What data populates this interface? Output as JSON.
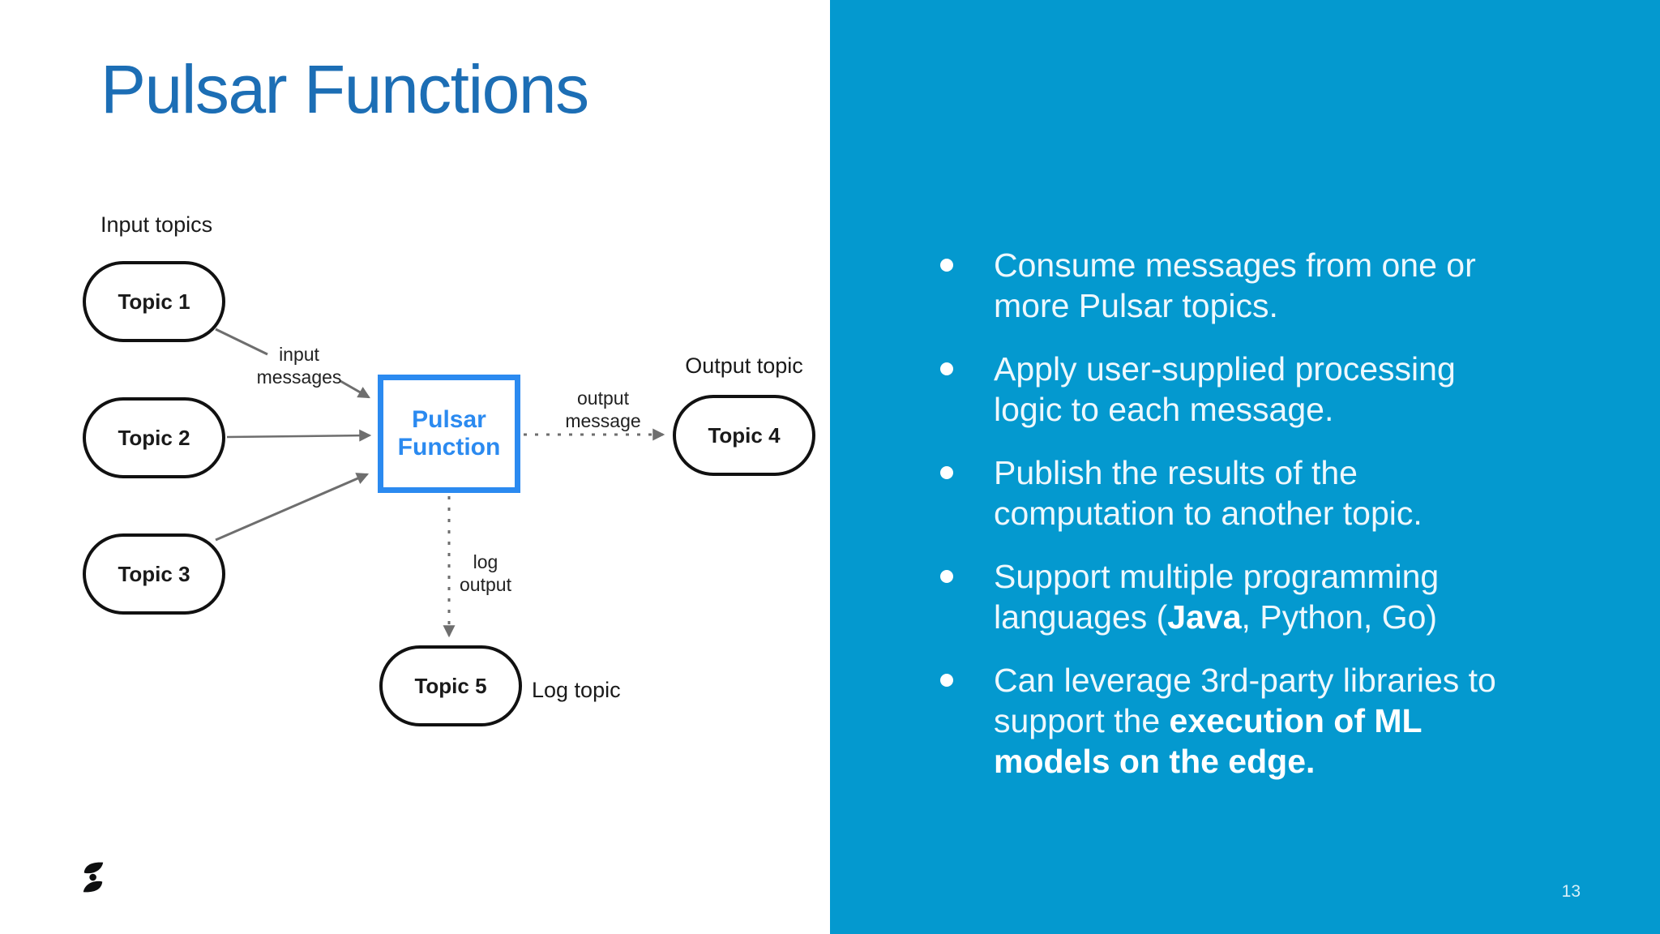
{
  "slide": {
    "title": "Pulsar Functions",
    "page_number": "13"
  },
  "colors": {
    "panel_blue": "#0499cf",
    "title_blue": "#1c6eb5",
    "function_blue": "#2b8af0",
    "arrow_gray": "#6e6e6e",
    "node_border_black": "#111111",
    "bullet_text_white": "#eef8fd"
  },
  "diagram": {
    "group_labels": {
      "input": "Input topics",
      "output": "Output topic",
      "log": "Log topic"
    },
    "nodes": {
      "topic1": "Topic 1",
      "topic2": "Topic 2",
      "topic3": "Topic 3",
      "topic4": "Topic 4",
      "topic5": "Topic 5",
      "function": "Pulsar Function"
    },
    "edge_labels": {
      "input": "input messages",
      "output": "output message",
      "log": "log output"
    }
  },
  "right_panel": {
    "bullets": [
      {
        "segments": [
          {
            "text": "Consume messages from one or\nmore Pulsar topics.",
            "bold": false
          }
        ]
      },
      {
        "segments": [
          {
            "text": "Apply user-supplied processing\nlogic to each message.",
            "bold": false
          }
        ]
      },
      {
        "segments": [
          {
            "text": "Publish the results of the\ncomputation to another topic.",
            "bold": false
          }
        ]
      },
      {
        "segments": [
          {
            "text": "Support multiple programming\nlanguages (",
            "bold": false
          },
          {
            "text": "Java",
            "bold": true
          },
          {
            "text": ", Python, Go)",
            "bold": false
          }
        ]
      },
      {
        "segments": [
          {
            "text": "Can leverage 3rd-party libraries to\nsupport the ",
            "bold": false
          },
          {
            "text": "execution of ML\nmodels on the edge.",
            "bold": true
          }
        ]
      }
    ]
  },
  "footer": {
    "logo_icon": "streamnative-s-logo"
  }
}
